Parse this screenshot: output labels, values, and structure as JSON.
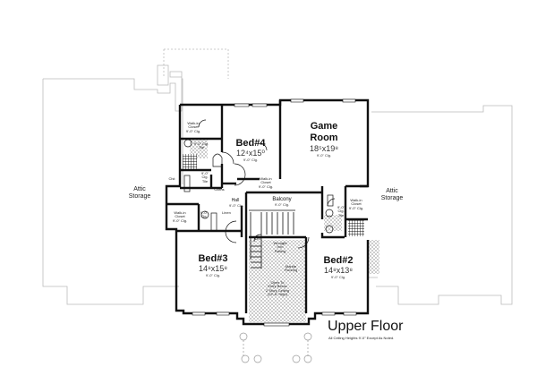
{
  "plan": {
    "title": "Upper Floor",
    "note": "All Ceiling Heights 9'-0\" Except As Noted."
  },
  "rooms": {
    "bed4": {
      "name": "Bed#4",
      "dims": "12⁴x15⁰",
      "ceiling": "9'-0\" Clg."
    },
    "game": {
      "name1": "Game",
      "name2": "Room",
      "dims": "18⁵x19⁸",
      "ceiling": "9'-0\" Clg."
    },
    "bed3": {
      "name": "Bed#3",
      "dims": "14⁸x15⁸",
      "ceiling": "9'-0\" Clg."
    },
    "bed2": {
      "name": "Bed#2",
      "dims": "14⁸x13⁸",
      "ceiling": "9'-0\" Clg."
    },
    "balcony": {
      "name": "Balcony",
      "ceiling": "9'-0\" Clg."
    },
    "hall": {
      "name": "Hall",
      "ceiling": "9'-0\" Clg."
    }
  },
  "small_labels": {
    "wic_bed4_1": "Walk-in",
    "wic_bed4_2": "Closet",
    "wic_bed4_3": "9'-0\" Clg.",
    "bath4_1": "9'-0\" Clg.",
    "bath4_2": "Tile",
    "bath3_1": "9'-0\"",
    "bath3_2": "Clg.",
    "bath3_3": "Tile",
    "wic_game_1": "Walk-in",
    "wic_game_2": "Closet",
    "wic_game_3": "9'-0\" Clg.",
    "cloths": "Cloths",
    "linen": "Linen",
    "clst": "Clst",
    "wic_bed3_1": "Walk-in",
    "wic_bed3_2": "Closet",
    "wic_bed3_3": "9'-0\" Clg.",
    "vanity3_1": "9'-0\"",
    "vanity3_2": "Clg.",
    "bath2_1": "9'-0\"",
    "bath2_2": "Clg.",
    "bath2_3": "Tile",
    "wic_bed2_1": "Walk-in",
    "wic_bed2_2": "Closet",
    "wic_bed2_3": "9'-0\" Clg.",
    "dn": "Dn",
    "railing_1": "Wrought",
    "railing_2": "Iron",
    "railing_3": "Railing",
    "marble_1": "Marble",
    "marble_2": "Flooring",
    "open_1": "Open To",
    "open_2": "Entry Below",
    "open_3": "2 Story Ceiling",
    "open_4": "(22'-6\" High)"
  },
  "attic": {
    "left": {
      "line1": "Attic",
      "line2": "Storage"
    },
    "right": {
      "line1": "Attic",
      "line2": "Storage"
    }
  },
  "colors": {
    "wall": "#111111",
    "outline": "#bbbbbb",
    "hatch": "#999999"
  }
}
